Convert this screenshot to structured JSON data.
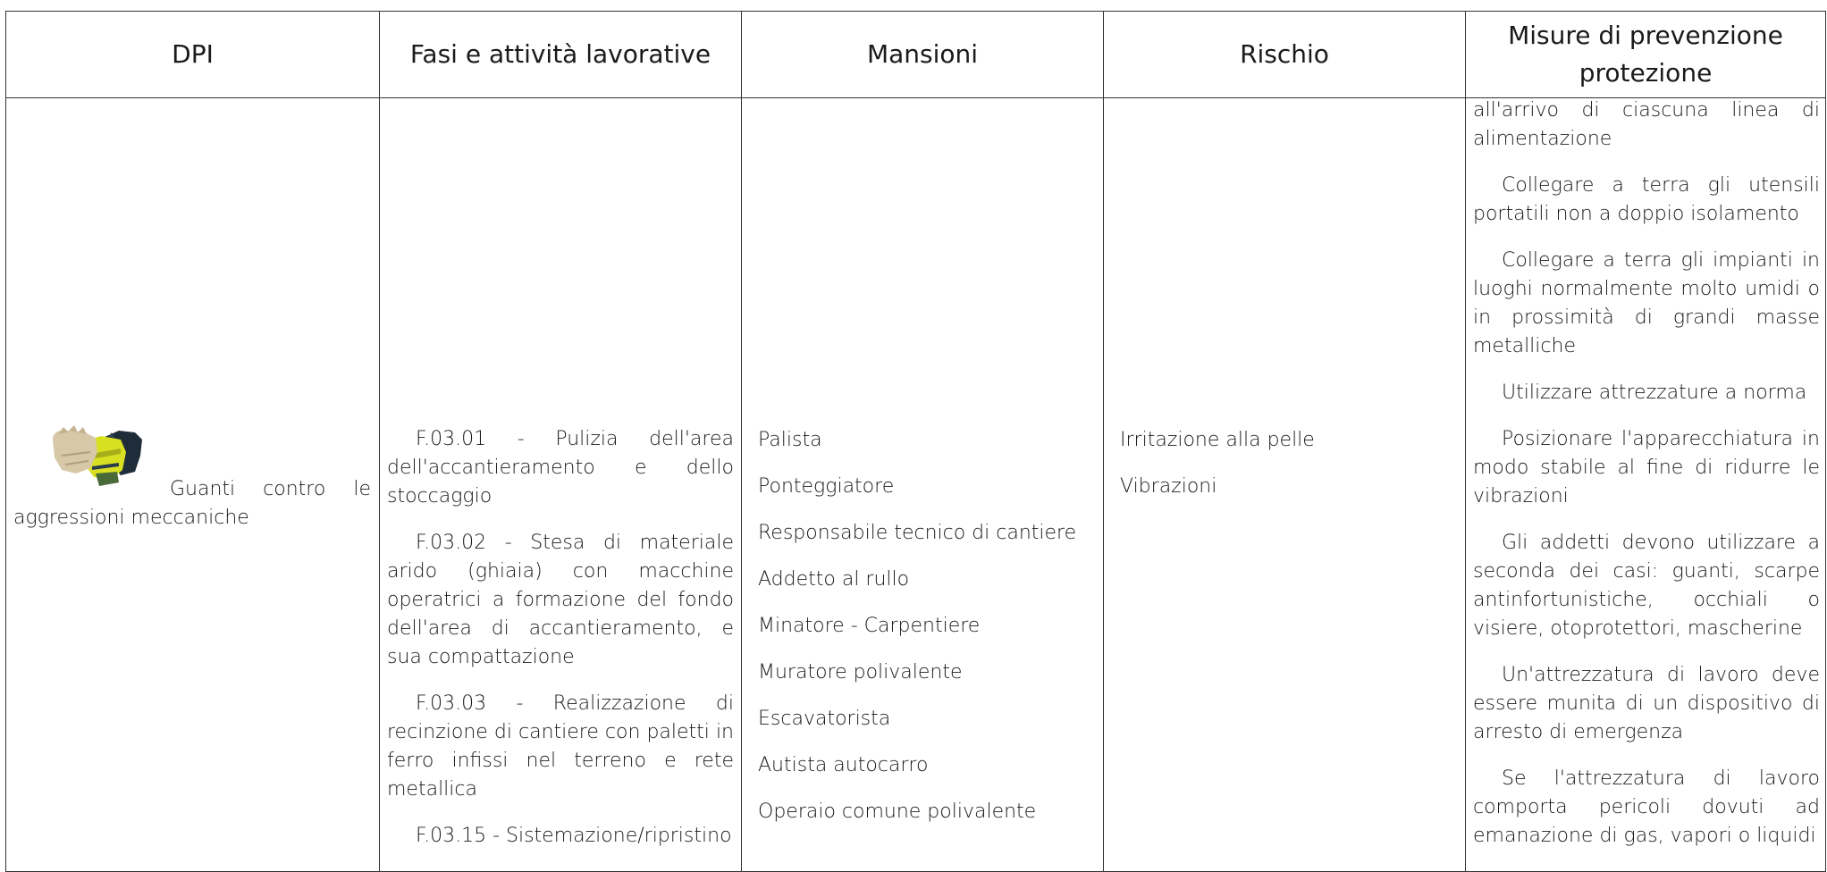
{
  "headers": {
    "dpi": "DPI",
    "fasi": "Fasi e attività lavorative",
    "mansioni": "Mansioni",
    "rischio": "Rischio",
    "misure": "Misure di prevenzione protezione"
  },
  "row": {
    "dpi": {
      "icon": "gloves-icon",
      "label": "Guanti contro le aggressioni meccaniche"
    },
    "fasi": [
      "F.03.01 - Pulizia dell'area dell'accantieramento e dello stoccaggio",
      "F.03.02 - Stesa di materiale arido (ghiaia) con macchine operatrici a formazione del fondo dell'area di accantieramento, e sua compattazione",
      "F.03.03 - Realizzazione di recinzione di cantiere con paletti in ferro infissi nel terreno e rete metallica",
      "F.03.15 - Sistemazione/ripristino"
    ],
    "mansioni": [
      "Palista",
      "Ponteggiatore",
      "Responsabile tecnico di cantiere",
      "Addetto al rullo",
      "Minatore - Carpentiere",
      "Muratore polivalente",
      "Escavatorista",
      "Autista autocarro",
      "Operaio comune polivalente"
    ],
    "rischio": [
      "Irritazione alla pelle",
      "Vibrazioni"
    ],
    "misure_first": "all'arrivo di ciascuna linea di alimentazione",
    "misure": [
      "Collegare a terra gli utensili portatili non a doppio isolamento",
      "Collegare a terra gli impianti in luoghi normalmente molto umidi o in prossimità di grandi masse metalliche",
      "Utilizzare attrezzature a norma",
      "Posizionare l'apparecchiatura in modo stabile al fine di ridurre le vibrazioni",
      "Gli addetti devono utilizzare a seconda dei casi: guanti, scarpe antinfortunistiche, occhiali o visiere, otoprotettori, mascherine",
      "Un'attrezzatura di lavoro deve essere munita di un dispositivo di arresto di emergenza",
      "Se l'attrezzatura di lavoro comporta pericoli dovuti ad emanazione di gas, vapori o liquidi"
    ]
  }
}
